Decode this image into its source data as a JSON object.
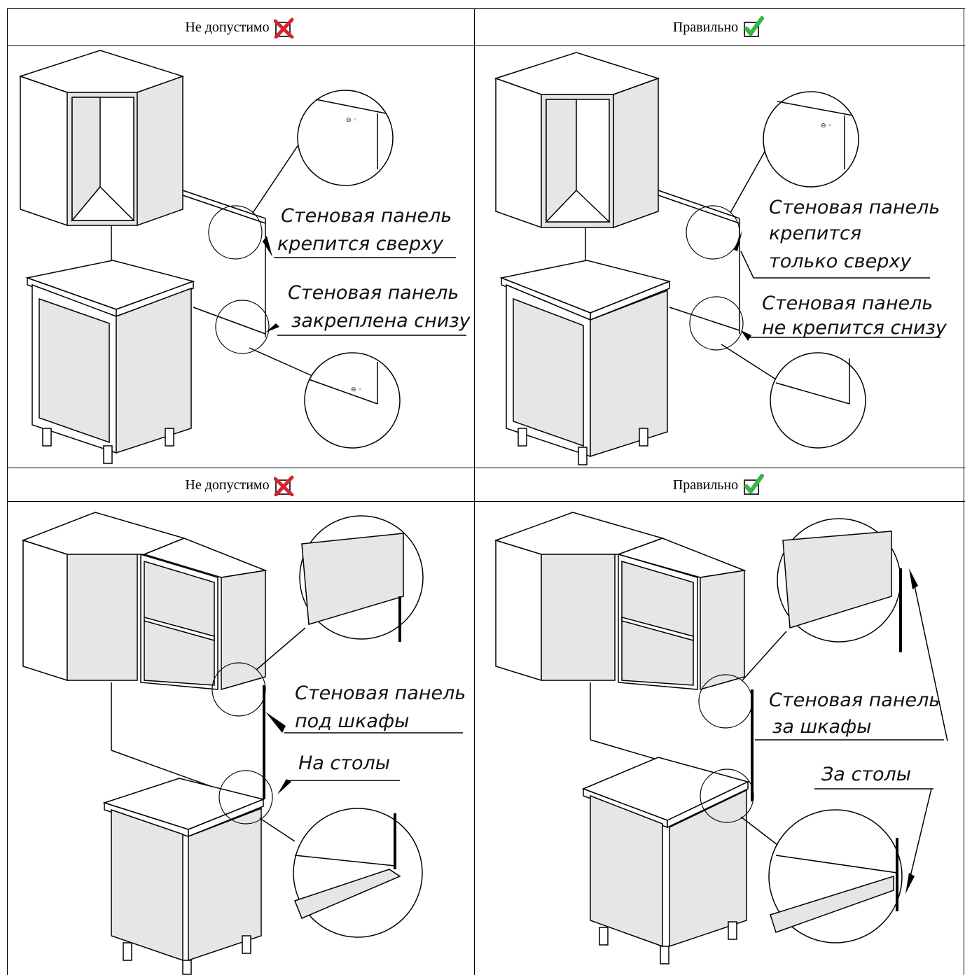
{
  "header": {
    "top_left": "Не допустимо",
    "top_right": "Правильно",
    "bottom_left": "Не допустимо",
    "bottom_right": "Правильно"
  },
  "icons": {
    "wrong": "red-cross-checkbox-icon",
    "right": "green-check-checkbox-icon",
    "wrong_color": "#d9232c",
    "right_color": "#39b54a"
  },
  "panel1": {
    "label1_line1": "Стеновая панель",
    "label1_line2": "крепится сверху",
    "label2_line1": "Стеновая панель",
    "label2_line2": "закреплена снизу"
  },
  "panel2": {
    "label1_line1": "Стеновая панель",
    "label1_line2": "крепится",
    "label1_line3": "только сверху",
    "label2_line1": "Стеновая панель",
    "label2_line2": "не крепится снизу"
  },
  "panel3": {
    "label1_line1": "Стеновая панель",
    "label1_line2": "под шкафы",
    "label2": "На столы"
  },
  "panel4": {
    "label1_line1": "Стеновая панель",
    "label1_line2": "за шкафы",
    "label2": "За столы"
  }
}
